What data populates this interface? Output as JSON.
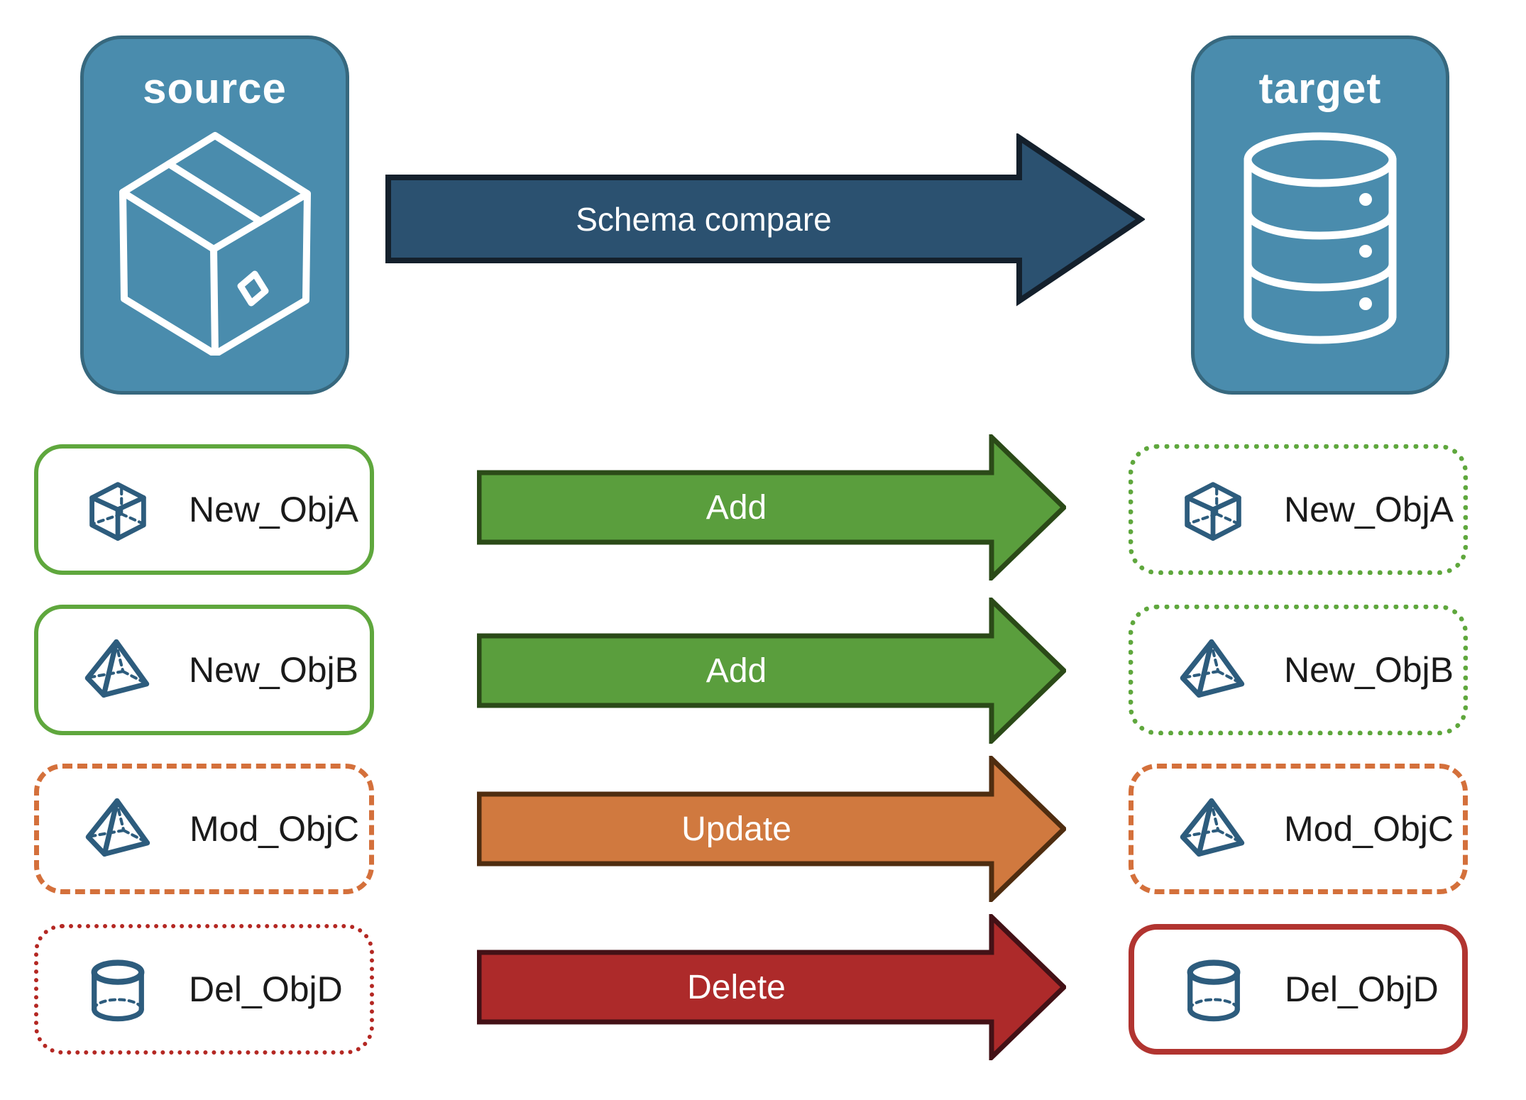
{
  "nodes": {
    "source": {
      "label": "source",
      "icon": "package-box-icon"
    },
    "target": {
      "label": "target",
      "icon": "database-icon"
    }
  },
  "compare_arrow": {
    "label": "Schema compare"
  },
  "rows": [
    {
      "label": "New_ObjA",
      "icon": "cube-icon",
      "action": "Add",
      "source_border": "solid-green",
      "target_border": "dotted-green"
    },
    {
      "label": "New_ObjB",
      "icon": "pyramid-icon",
      "action": "Add",
      "source_border": "solid-green",
      "target_border": "dotted-green"
    },
    {
      "label": "Mod_ObjC",
      "icon": "pyramid-icon",
      "action": "Update",
      "source_border": "dashed-orange",
      "target_border": "dashed-orange"
    },
    {
      "label": "Del_ObjD",
      "icon": "cylinder-icon",
      "action": "Delete",
      "source_border": "dotted-red",
      "target_border": "solid-red"
    }
  ],
  "colors": {
    "node_blue": "#4a8cad",
    "node_blue_border": "#37687e",
    "icon_blue": "#2d5c7d",
    "compare_fill": "#2b5170",
    "compare_stroke": "#14202c",
    "add_fill": "#5a9e3d",
    "add_stroke": "#2b4a18",
    "update_fill": "#d0793f",
    "update_stroke": "#4f2d10",
    "delete_fill": "#ad2a2a",
    "delete_stroke": "#431116",
    "green_border": "#5fa73d",
    "orange_border": "#d4703b",
    "red_dotted_border": "#b42823",
    "red_solid_border": "#b13430",
    "text_dark": "#1a1a1a"
  }
}
